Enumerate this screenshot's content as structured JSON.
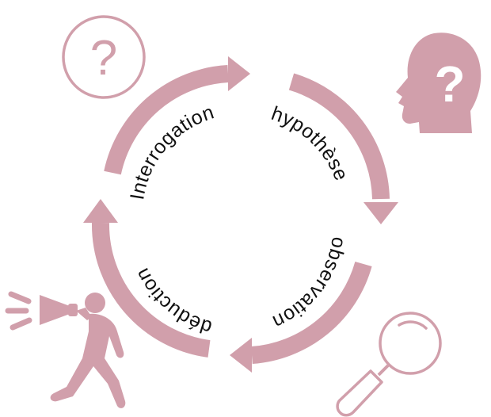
{
  "colors": {
    "accent": "#d19fab",
    "text": "#111111",
    "background": "#ffffff"
  },
  "cycle": {
    "steps": [
      {
        "label": "Interrogation"
      },
      {
        "label": "hypothèse"
      },
      {
        "label": "observation"
      },
      {
        "label": "déduction"
      }
    ]
  },
  "icons": [
    {
      "name": "question-circle-icon",
      "glyph": "?"
    },
    {
      "name": "head-question-icon",
      "glyph": "?"
    },
    {
      "name": "magnifying-glass-icon"
    },
    {
      "name": "person-megaphone-icon"
    }
  ]
}
